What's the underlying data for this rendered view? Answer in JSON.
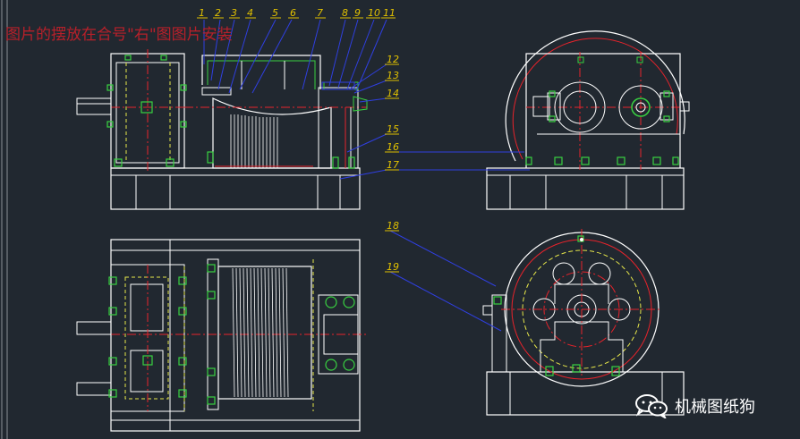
{
  "colors": {
    "background": "#212830",
    "outline": "#ffffff",
    "center_line": "#e8232b",
    "hidden_line": "#e8e84a",
    "bolt": "#39d141",
    "leader": "#2f3fe0",
    "label": "#e0c000",
    "overlay_text": "#c8202a"
  },
  "part_labels": [
    "1",
    "2",
    "3",
    "4",
    "5",
    "6",
    "7",
    "8",
    "9",
    "10",
    "11",
    "12",
    "13",
    "14",
    "15",
    "16",
    "17",
    "18",
    "19"
  ],
  "overlay_text": "图片的摆放在合号\"右\"图图片安装",
  "watermark": {
    "icon": "wechat-icon",
    "text": "机械图纸狗"
  }
}
